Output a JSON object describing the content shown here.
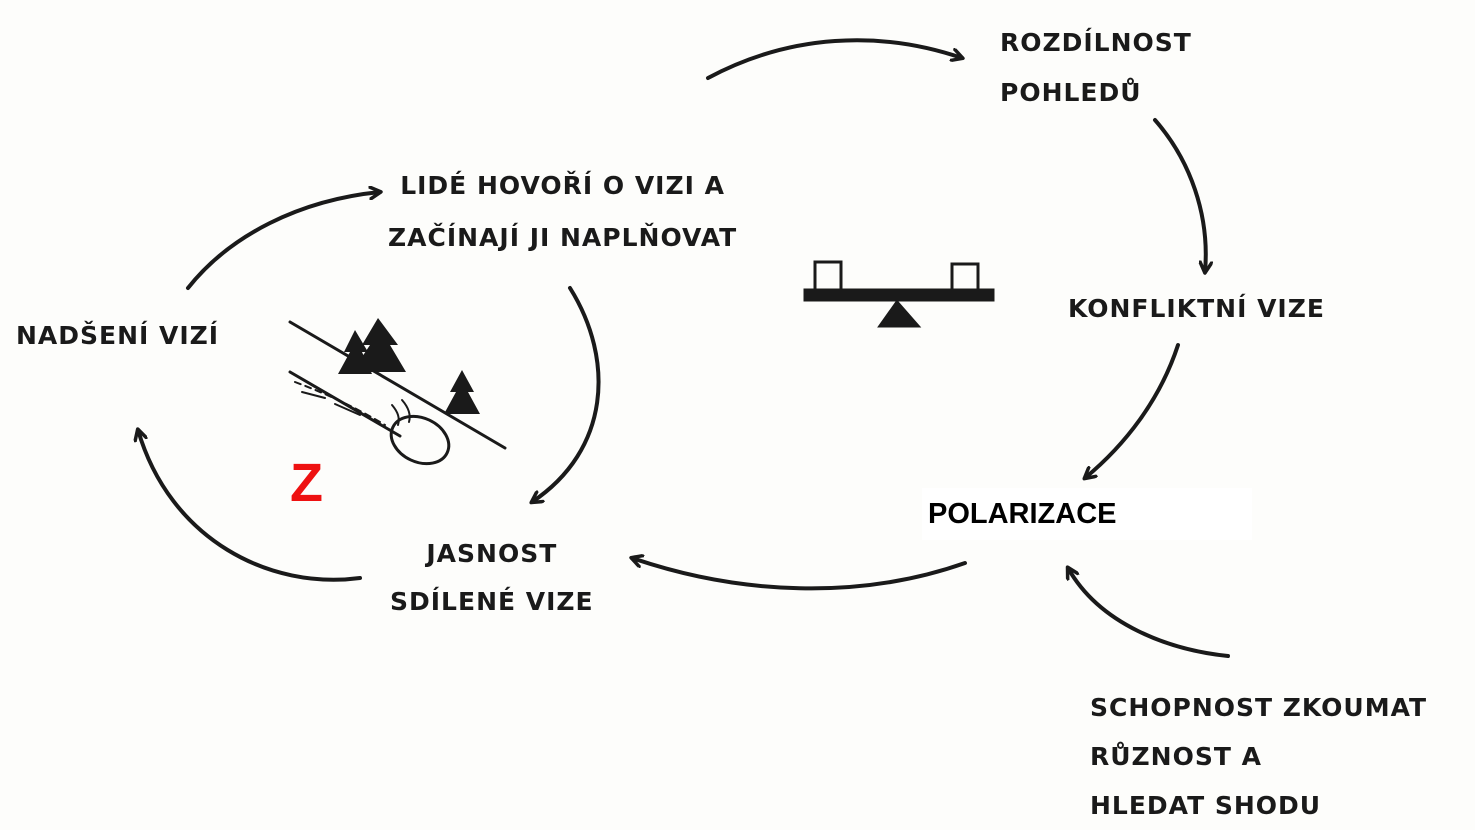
{
  "diagram": {
    "nodes": {
      "rozdilnost": {
        "lines": [
          "ROZDÍLNOST",
          "POHLEDŮ"
        ]
      },
      "konfliktni": {
        "lines": [
          "KONFLIKTNÍ VIZE"
        ]
      },
      "polarizace": {
        "label": "POLARIZACE"
      },
      "schopnost": {
        "lines": [
          "SCHOPNOST ZKOUMAT",
          "RŮZNOST A",
          "HLEDAT SHODU"
        ]
      },
      "jasnost": {
        "lines": [
          "JASNOST",
          "SDÍLENÉ VIZE"
        ]
      },
      "nadseni": {
        "lines": [
          "NADŠENÍ VIZÍ"
        ]
      },
      "lide": {
        "lines": [
          "LIDÉ HOVOŘÍ O VIZI A",
          "ZAČÍNAJÍ JI NAPLŇOVAT"
        ]
      }
    },
    "marker": "Z",
    "colors": {
      "ink": "#1a1a1a",
      "marker": "#ee1111",
      "paper": "#fdfdfb"
    },
    "icons": [
      "snowball-hill-icon",
      "balance-scale-icon"
    ]
  }
}
